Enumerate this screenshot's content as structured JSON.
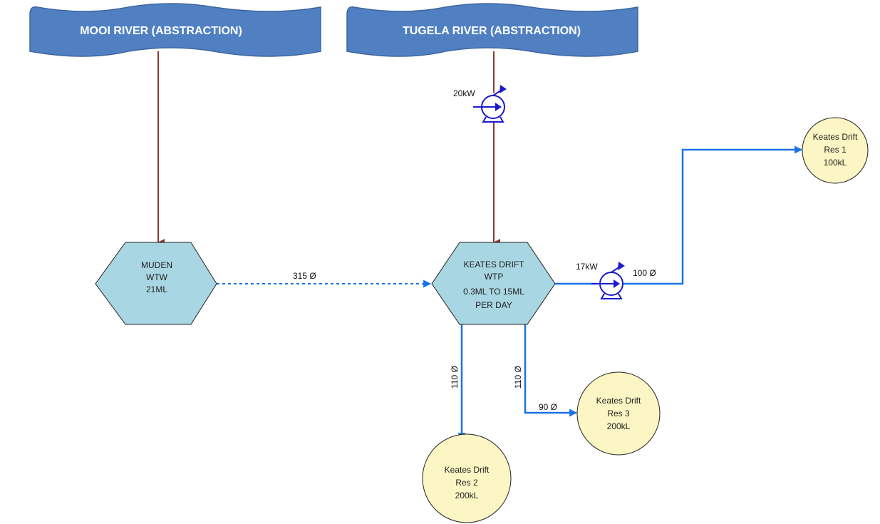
{
  "sources": {
    "mooi": {
      "label": "MOOI RIVER (ABSTRACTION)"
    },
    "tugela": {
      "label": "TUGELA RIVER (ABSTRACTION)"
    }
  },
  "plants": {
    "muden": {
      "lines": [
        "MUDEN",
        "WTW",
        "21ML"
      ]
    },
    "keates": {
      "lines": [
        "KEATES DRIFT",
        "WTP",
        "0.3ML TO 15ML",
        "PER DAY"
      ]
    }
  },
  "reservoirs": {
    "res1": {
      "lines": [
        "Keates Drift",
        "Res 1",
        "100kL"
      ]
    },
    "res2": {
      "lines": [
        "Keates Drift",
        "Res 2",
        "200kL"
      ]
    },
    "res3": {
      "lines": [
        "Keates Drift",
        "Res 3",
        "200kL"
      ]
    }
  },
  "pumps": {
    "tugela_pump": {
      "label": "20kW"
    },
    "res1_pump": {
      "label": "17kW"
    }
  },
  "pipes": {
    "muden_to_keates": "315 Ø",
    "to_res1": "100 Ø",
    "to_res2": "110 Ø",
    "to_res3_vertical": "110 Ø",
    "to_res3_horizontal": "90 Ø"
  },
  "colors": {
    "banner": "#5080c2",
    "banner_stroke": "#3d66a0",
    "raw_water_line": "#8b3a2f",
    "treated_water_line": "#1a73e8",
    "pump": "#1a1acc",
    "plant_fill": "#a8d6e2",
    "reservoir_fill": "#fbf6c4"
  }
}
